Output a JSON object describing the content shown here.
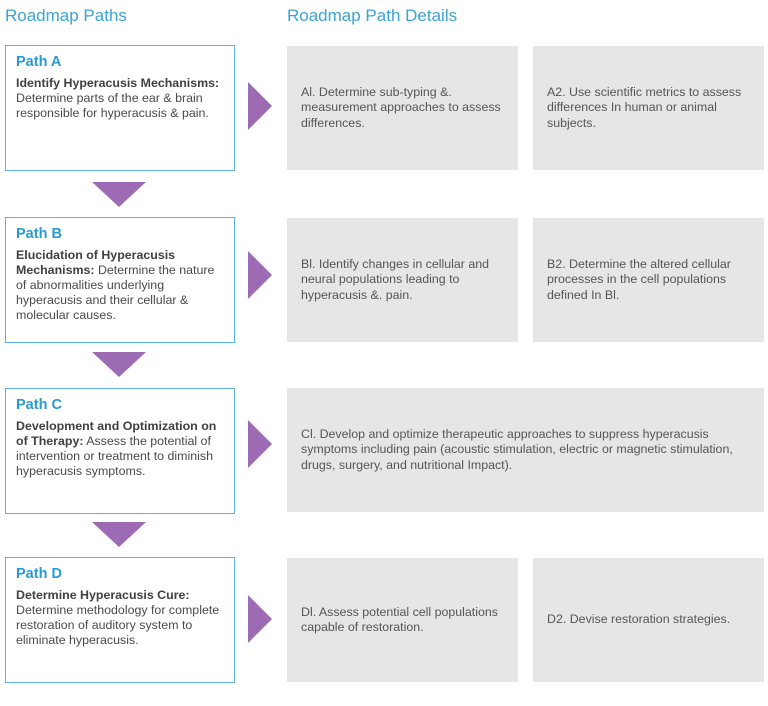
{
  "headers": {
    "left": "Roadmap Paths",
    "right": "Roadmap Path Details"
  },
  "paths": [
    {
      "title": "Path A",
      "bold": "Identify Hyperacusis Mechanisms:",
      "text": " Determine parts of the ear & brain responsible for hyperacusis &  pain."
    },
    {
      "title": "Path B",
      "bold": "Elucidation of Hyperacusis Mechanisms:",
      "text": "  Determine the nature of abnormalities underlying hyperacusis and their cellular & molecular causes."
    },
    {
      "title": "Path C",
      "bold": "Development and Optimization on of Therapy:",
      "text": "  Assess the potential of intervention or treatment to diminish hyperacusis symptoms."
    },
    {
      "title": "Path D",
      "bold": "Determine Hyperacusis Cure:",
      "text": " Determine methodology for complete restoration of auditory system to eliminate hyperacusis."
    }
  ],
  "details": {
    "a1": "Al. Determine sub-typing &. measurement approaches to assess differences.",
    "a2": "A2. Use scientific metrics to assess differences In human or animal subjects.",
    "b1": "Bl. Identify changes in cellular and neural populations leading to hyperacusis &. pain.",
    "b2": "B2. Determine the altered cellular processes in the cell populations defined In Bl.",
    "c1": "Cl. Develop and optimize therapeutic approaches to suppress hyperacusis symptoms including pain (acoustic stimulation, electric or magnetic stimulation, drugs, surgery, and nutritional Impact).",
    "d1": "Dl. Assess potential cell populations capable of restoration.",
    "d2": "D2. Devise restoration strategies."
  },
  "colors": {
    "accent_blue": "#3ba3d6",
    "arrow_purple": "#9c6bb3",
    "detail_bg": "#e6e6e6"
  }
}
